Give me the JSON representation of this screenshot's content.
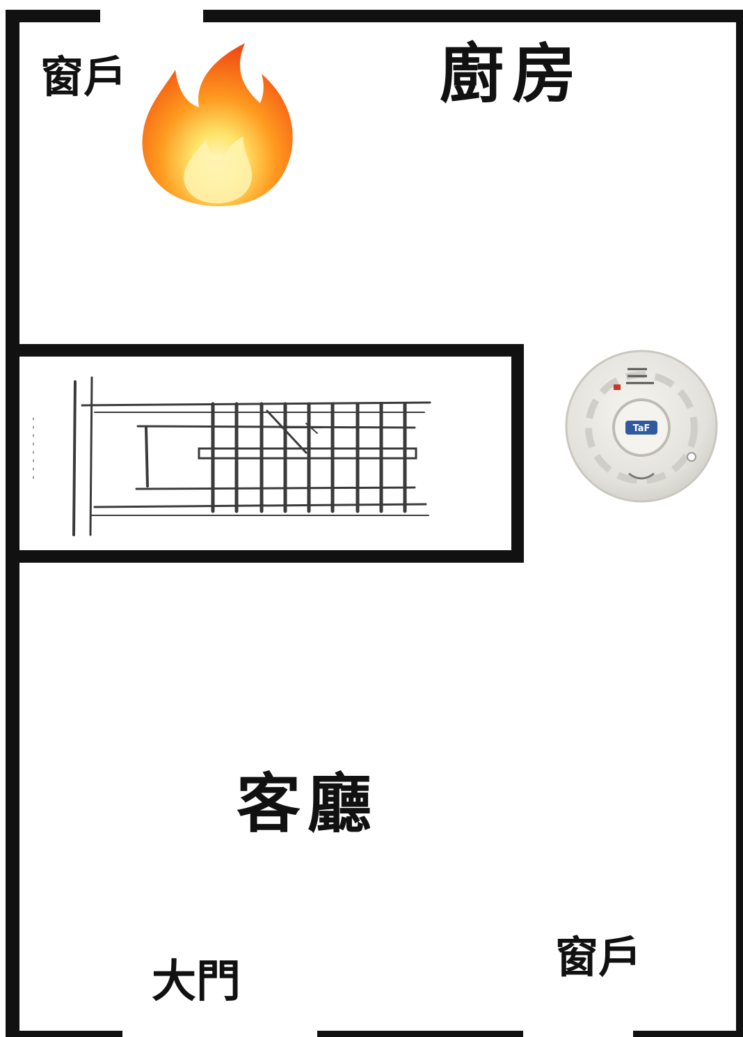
{
  "labels": {
    "window_top": "窗戶",
    "kitchen": "廚房",
    "living_room": "客廳",
    "main_door": "大門",
    "window_bottom": "窗戶"
  },
  "icons": {
    "fire": "fire-icon",
    "stairs": "staircase-icon",
    "smoke_detector": "smoke-detector-icon"
  },
  "detector_badge": "TaF",
  "colors": {
    "wall": "#111111",
    "flame_outer": "#f04a12",
    "flame_mid": "#ff9a1f",
    "flame_inner": "#ffe46a",
    "detector_body": "#e4e2dc",
    "detector_badge": "#2f5aa0"
  }
}
